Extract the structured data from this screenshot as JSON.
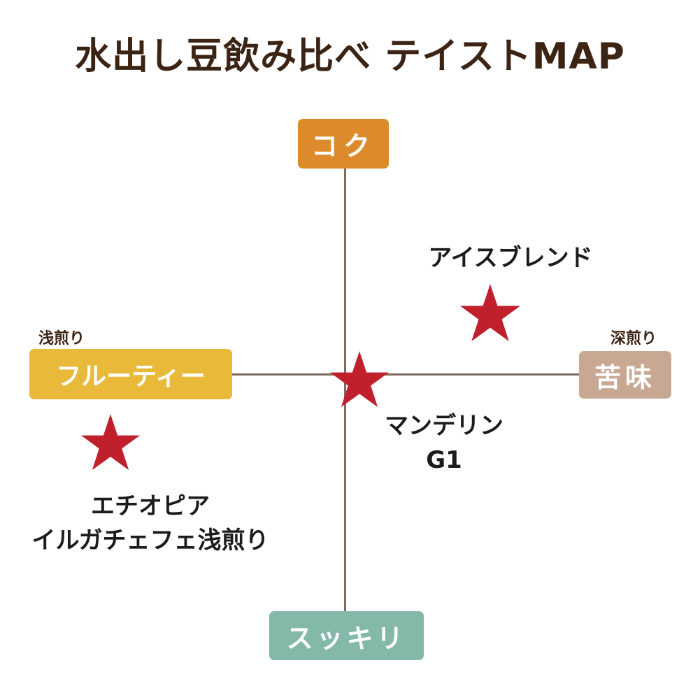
{
  "title": "水出し豆飲み比べ テイストMAP",
  "axes": {
    "top": "コク",
    "bottom": "スッキリ",
    "left": "フルーティー",
    "right": "苦味"
  },
  "roast": {
    "light": "浅煎り",
    "dark": "深煎り"
  },
  "beans": [
    {
      "lines": [
        "アイスブレンド"
      ]
    },
    {
      "lines": [
        "マンデリン",
        "G1"
      ]
    },
    {
      "lines": [
        "エチオピア",
        "イルガチェフェ浅煎り"
      ]
    }
  ],
  "colors": {
    "title": "#3b2414",
    "axis_line": "#7e6a5e",
    "koku": "#dd8a2c",
    "fruity": "#e9b93a",
    "nigami": "#c9a893",
    "sukkiri": "#84b9aa",
    "star": "#c01f2c"
  },
  "icons": {
    "marker": "star-icon"
  }
}
